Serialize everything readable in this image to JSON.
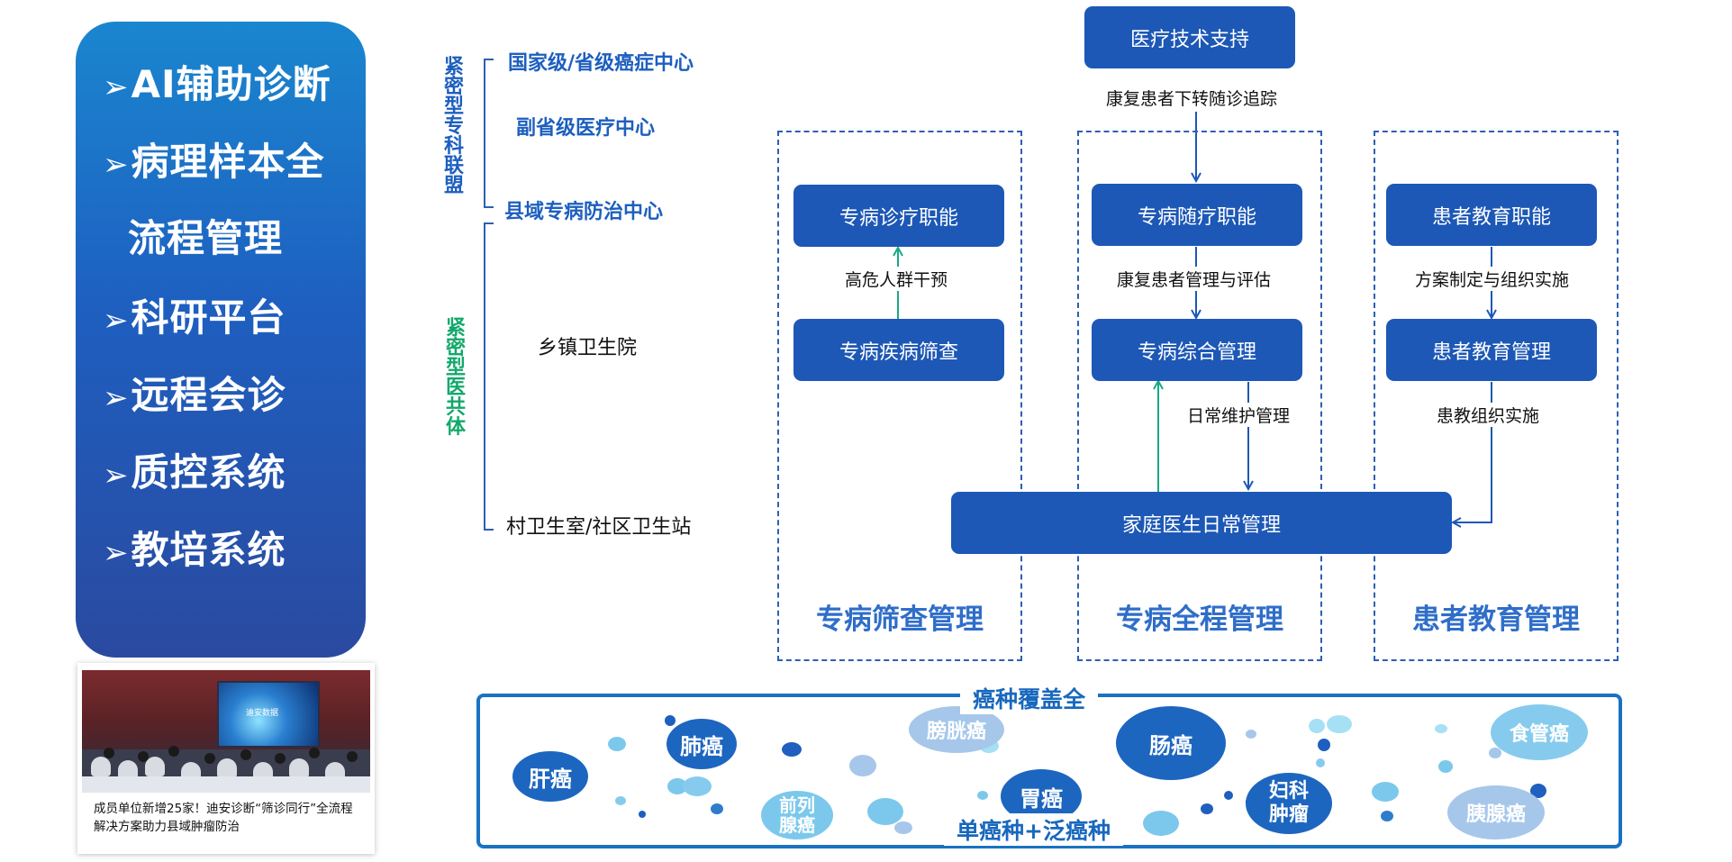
{
  "features": [
    {
      "arrow": "➢",
      "text": "AI辅助诊断"
    },
    {
      "arrow": "➢",
      "text": "病理样本全"
    },
    {
      "arrow": "",
      "text": "流程管理"
    },
    {
      "arrow": "➢",
      "text": "科研平台"
    },
    {
      "arrow": "➢",
      "text": "远程会诊"
    },
    {
      "arrow": "➢",
      "text": "质控系统"
    },
    {
      "arrow": "➢",
      "text": "教培系统"
    }
  ],
  "news": {
    "screen_text": "迪安数据",
    "caption": "成员单位新增25家！迪安诊断“筛诊同行”全流程解决方案助力县域肿瘤防治"
  },
  "alliance": {
    "specialist": "紧密型专科联盟",
    "community": "紧密型医共体"
  },
  "tiers": {
    "national": "国家级/省级癌症中心",
    "subprovincial": "副省级医疗中心",
    "county": "县域专病防治中心",
    "township": "乡镇卫生院",
    "village": "村卫生室/社区卫生站"
  },
  "boxes": {
    "tech_support": "医疗技术支持",
    "diagnosis": "专病诊疗职能",
    "screening": "专病疾病筛查",
    "followup": "专病随疗职能",
    "integrated": "专病综合管理",
    "edu_function": "患者教育职能",
    "edu_management": "患者教育管理",
    "family_doctor": "家庭医生日常管理"
  },
  "edges": {
    "referral": "康复患者下转随诊追踪",
    "high_risk": "高危人群干预",
    "rehab": "康复患者管理与评估",
    "plan": "方案制定与组织实施",
    "daily": "日常维护管理",
    "edu_org": "患教组织实施"
  },
  "columns": {
    "screening": "专病筛查管理",
    "fullcourse": "专病全程管理",
    "education": "患者教育管理"
  },
  "cancer": {
    "title_top": "癌种覆盖全",
    "title_bottom": "单癌种+泛癌种",
    "types": {
      "liver": "肝癌",
      "lung": "肺癌",
      "bladder": "膀胱癌",
      "prostate_1": "前列",
      "prostate_2": "腺癌",
      "stomach": "胃癌",
      "colon": "肠癌",
      "gyn_1": "妇科",
      "gyn_2": "肿瘤",
      "esophageal": "食管癌",
      "pancreatic": "胰腺癌"
    }
  },
  "colors": {
    "box_blue": "#1d58b6",
    "tier_blue": "#1d5fbf",
    "alliance_green": "#13a86b",
    "arrow_green": "#19a883",
    "panel_blue": "#1a72c2"
  }
}
